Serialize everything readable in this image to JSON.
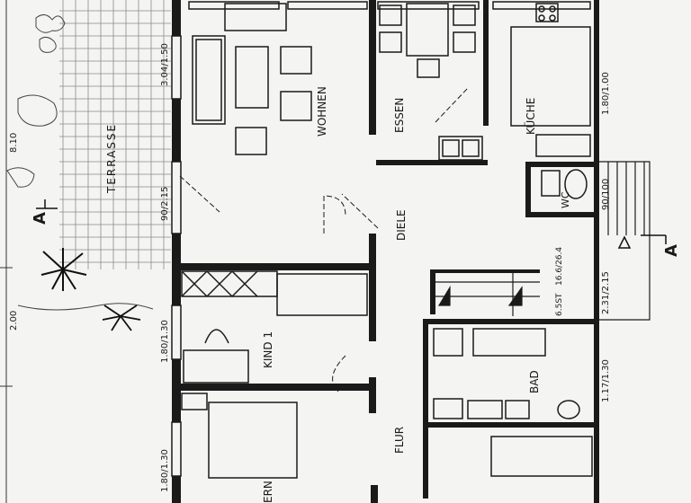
{
  "rooms": {
    "terrasse": "TERRASSE",
    "wohnen": "WOHNEN",
    "essen": "ESSEN",
    "kueche": "KÜCHE",
    "diele": "DIELE",
    "wc": "WC",
    "kind1": "KIND 1",
    "bad": "BAD",
    "flur": "FLUR",
    "eltern_partial": "ERN"
  },
  "dimensions": {
    "wohnen_window": "3.04/1.50",
    "terrasse_door": "90/2.15",
    "kind1_window": "1.80/1.30",
    "eltern_window": "1.80/1.30",
    "kueche_window": "1.80/1.00",
    "wc_window": "90/100",
    "stair_door": "2.31/2.15",
    "bad_window": "1.17/1.30",
    "stair_left": "6.5ST",
    "stair_right": "16.6/26.4",
    "left_dim_1": "8.10",
    "left_dim_2": "2.00"
  },
  "section_labels": {
    "left": "A",
    "right": "A"
  },
  "colors": {
    "wall": "#1a1a1a",
    "grid": "#8a8a8a",
    "paper": "#f4f4f2"
  }
}
